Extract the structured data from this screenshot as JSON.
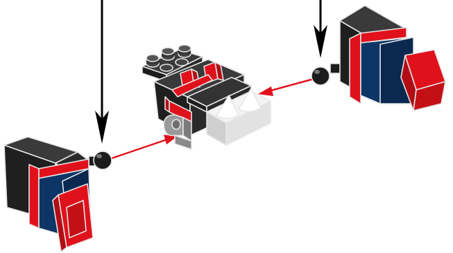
{
  "diagram": {
    "kind": "assembly-instruction",
    "background": "#ffffff",
    "colors": {
      "brick_dark": "#2a2a2a",
      "brick_dark_side": "#1a1a1a",
      "brick_top": "#3a3a3a",
      "outline": "#e6e6e6",
      "red": "#e0111b",
      "red_shadow": "#b20d14",
      "blue": "#0d3566",
      "blue_shadow": "#0a2850",
      "white": "#f4f4f4",
      "white_shade": "#cfcfcf",
      "grey": "#9a9a9a",
      "grey_dark": "#6e6e6e",
      "ball": "#1c1c1c",
      "arrow_black": "#000000",
      "arrow_red": "#e0111b"
    },
    "parts": [
      {
        "id": "center-body",
        "description_icon": "cockpit-brick-assembly"
      },
      {
        "id": "left-engine",
        "description_icon": "engine-pod"
      },
      {
        "id": "right-engine",
        "description_icon": "engine-pod"
      }
    ],
    "arrows": [
      {
        "id": "left-press-arrow",
        "color": "black",
        "meaning": "push-down"
      },
      {
        "id": "right-press-arrow",
        "color": "black",
        "meaning": "push-down"
      },
      {
        "id": "left-attach-arrow",
        "color": "red",
        "meaning": "attach-to-body"
      },
      {
        "id": "right-attach-arrow",
        "color": "red",
        "meaning": "attach-to-body"
      }
    ]
  }
}
